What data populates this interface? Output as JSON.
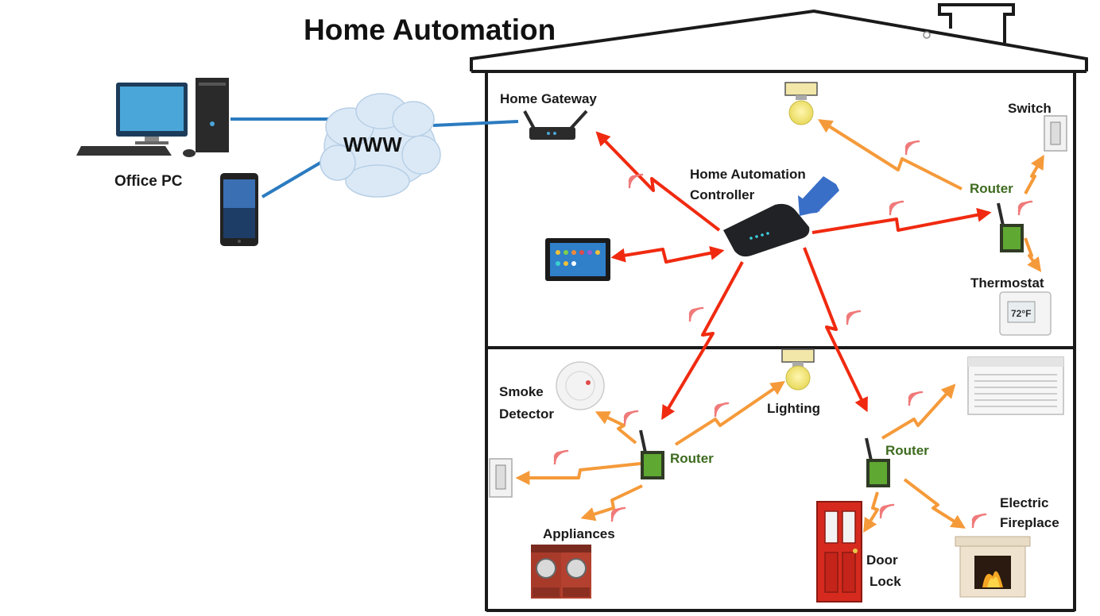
{
  "title": "Home Automation",
  "cloud_label": "WWW",
  "labels": {
    "office_pc": "Office PC",
    "home_gateway": "Home Gateway",
    "controller_line1": "Home Automation",
    "controller_line2": "Controller",
    "switch": "Switch",
    "router_upper": "Router",
    "thermostat": "Thermostat",
    "smoke_line1": "Smoke",
    "smoke_line2": "Detector",
    "lighting": "Lighting",
    "router_lower_left": "Router",
    "router_lower_right": "Router",
    "appliances": "Appliances",
    "door_line1": "Door",
    "door_line2": "Lock",
    "fireplace_line1": "Electric",
    "fireplace_line2": "Fireplace",
    "thermostat_display": "72°F"
  },
  "colors": {
    "controller_link": "#f02a10",
    "router_link": "#f59a3a",
    "internet_link": "#2b7bc0",
    "router_text": "#3d6b1f",
    "signal_icon": "#f07a7a",
    "pointer_arrow": "#3a6fc8"
  }
}
